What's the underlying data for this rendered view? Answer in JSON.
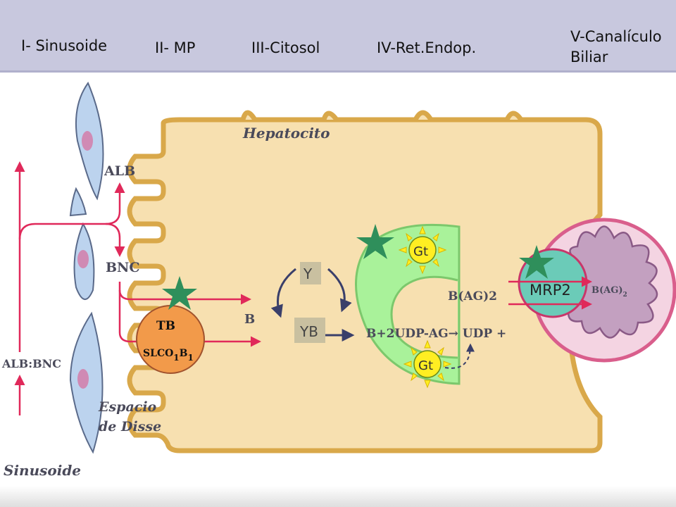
{
  "header": {
    "columns": [
      {
        "label": "I- Sinusoide"
      },
      {
        "label": "II- MP"
      },
      {
        "label": "III-Citosol"
      },
      {
        "label": "IV-Ret.Endop."
      },
      {
        "label_line1": "V-Canalículo",
        "label_line2": "Biliar"
      }
    ]
  },
  "labels": {
    "hepatocito": "Hepatocito",
    "alb": "ALB",
    "bnc": "BNC",
    "alb_bnc": "ALB:BNC",
    "espacio_line1": "Espacio",
    "espacio_line2": "de Disse",
    "sinusoide": "Sinusoide",
    "b": "B",
    "y": "Y",
    "yb": "YB",
    "tb": "TB",
    "slco_main": "SLCO",
    "slco_sub1": "1",
    "slco_b": "B",
    "slco_sub2": "1",
    "b_ag2_er": "B(AG)2",
    "reaction": "B+2UDP-AG→ UDP +",
    "gt_top": "Gt",
    "gt_bottom": "Gt",
    "mrp2": "MRP2",
    "b_ag_canal": "B(AG)",
    "b_ag_canal_sub": "2"
  },
  "colors": {
    "header_bg": "#c8c8de",
    "cell": "#f7e0b0",
    "cell_border": "#d9a84a",
    "arrow": "#e0295a",
    "endothelial": "#bcd3ee",
    "nucleus": "#d08ab4",
    "er": "#a9f29a",
    "star": "#2f8f5b",
    "transporter": "#f29a4a",
    "mrp2": "#6bcbb8",
    "canaliculus_outer": "#f4d4e2",
    "canaliculus_inner": "#c3a0c0",
    "sun": "#ffee22"
  }
}
